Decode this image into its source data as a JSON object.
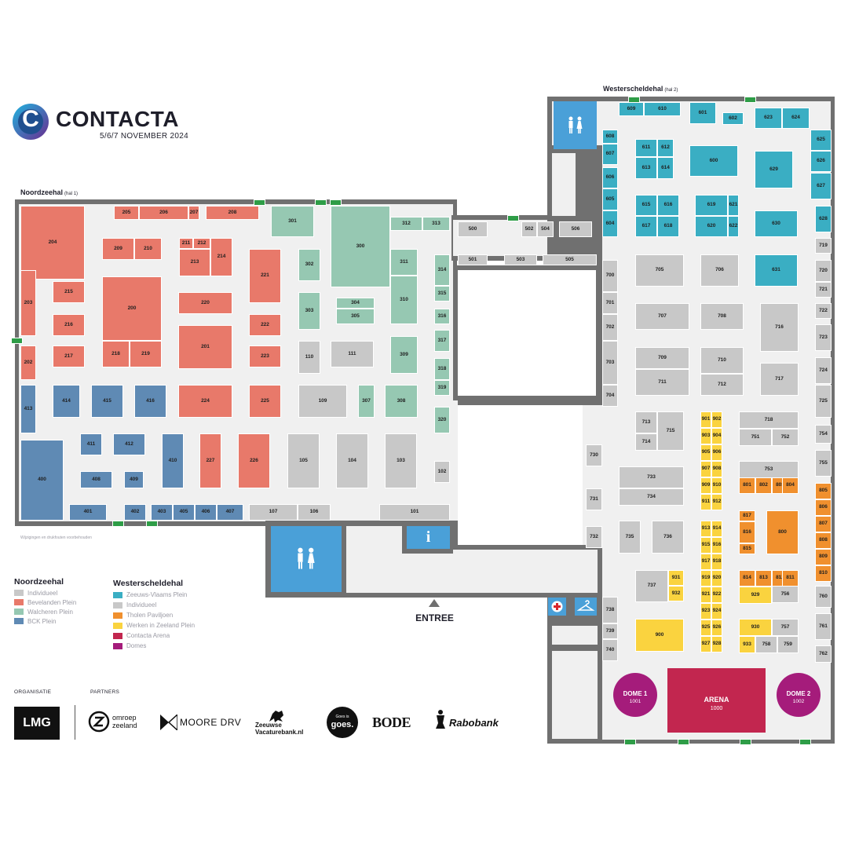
{
  "header": {
    "logo_letter": "C",
    "brand": "CONTACTA",
    "dates": "5/6/7 NOVEMBER 2024"
  },
  "halls": {
    "noordzee": {
      "name": "Noordzeehal",
      "sub": "(hal 1)"
    },
    "westerschelde": {
      "name": "Westerscheldehal",
      "sub": "(hal 2)"
    }
  },
  "colors": {
    "individueel": "#c8c8c8",
    "bevelanden": "#e8796a",
    "walcheren": "#96c8b2",
    "bck": "#5f8ab4",
    "zeeuws_vlaams": "#3aaec3",
    "tholen": "#f0902e",
    "werken": "#fad33f",
    "arena": "#c2264f",
    "domes": "#a51c7b",
    "facility": "#4aa0d8",
    "wall": "#707070",
    "floor": "#f0f0f0"
  },
  "booths_text": "204,26,262,82,94,bevelanden|203,26,344,20,84,bevelanden|202,26,440,20,44,bevelanden|205,145,262,32,18,bevelanden|206,177,262,63,18,bevelanden|207,240,262,14,18,bevelanden|208,262,262,68,18,bevelanden|209,130,303,41,28,bevelanden|210,171,303,35,28,bevelanden|211,228,303,18,14,bevelanden|212,246,303,22,14,bevelanden|213,228,317,40,35,bevelanden|214,268,303,28,49,bevelanden|215,67,358,41,28,bevelanden|216,67,400,41,28,bevelanden|217,67,440,41,28,bevelanden|200,130,352,76,82,bevelanden|218,130,434,35,34,bevelanden|219,165,434,41,34,bevelanden|220,227,372,69,28,bevelanden|201,227,414,69,56,bevelanden|221,317,317,41,69,bevelanden|222,317,400,41,28,bevelanden|223,317,440,41,28,bevelanden|224,227,490,69,42,bevelanden|225,317,490,41,42,bevelanden|227,254,552,28,70,bevelanden|226,303,552,41,70,bevelanden|413,26,490,20,62,bck|414,67,490,35,42,bck|415,116,490,41,42,bck|416,171,490,41,42,bck|411,102,552,28,28,bck|412,144,552,41,28,bck|410,206,552,28,70,bck|408,102,600,41,22,bck|409,158,600,25,22,bck|400,26,560,55,103,bck|401,88,642,48,21,bck|402,158,642,28,21,bck|403,192,642,28,21,bck|405,220,642,28,21,bck|406,248,642,28,21,bck|407,276,642,34,21,bck|301,345,262,55,40,walcheren|312,497,276,41,18,walcheren|313,538,276,35,18,walcheren|300,421,262,76,104,walcheren|302,380,317,28,41,walcheren|311,497,317,35,34,walcheren|310,497,351,35,62,walcheren|303,380,372,28,48,walcheren|304,428,379,49,14,walcheren|305,428,393,49,20,walcheren|309,497,428,35,48,walcheren|307,456,490,21,42,walcheren|308,490,490,42,42,walcheren|314,553,324,20,40,walcheren|315,553,364,20,20,walcheren|316,553,393,20,20,walcheren|317,553,420,20,28,walcheren|318,553,456,20,28,walcheren|319,553,484,20,20,walcheren|320,553,518,20,34,walcheren|110,380,434,28,42,individueel|111,421,434,55,34,individueel|109,380,490,62,42,individueel|105,366,552,41,70,individueel|104,428,552,41,70,individueel|103,490,552,41,70,individueel|102,553,587,20,28,individueel|107,317,642,62,21,individueel|106,379,642,42,21,individueel|101,483,642,90,21,individueel|500,583,282,38,20,individueel|502,664,282,20,20,individueel|504,684,282,21,20,individueel|506,712,282,42,20,individueel|501,583,324,38,14,individueel|503,642,324,42,14,individueel|505,691,324,69,14,individueel|609,788,130,32,18,zeeuws_vlaams|610,820,130,47,18,zeeuws_vlaams|601,878,130,34,28,zeeuws_vlaams|602,920,143,27,16,zeeuws_vlaams|623,961,137,35,27,zeeuws_vlaams|624,996,137,35,27,zeeuws_vlaams|625,1032,165,27,27,zeeuws_vlaams|626,1032,192,27,27,zeeuws_vlaams|627,1032,220,27,34,zeeuws_vlaams|608,767,165,20,18,zeeuws_vlaams|607,767,183,20,27,zeeuws_vlaams|606,767,213,20,27,zeeuws_vlaams|605,767,240,20,28,zeeuws_vlaams|604,767,268,20,34,zeeuws_vlaams|611,809,177,28,23,zeeuws_vlaams|612,837,177,21,23,zeeuws_vlaams|613,809,200,28,28,zeeuws_vlaams|614,837,200,21,28,zeeuws_vlaams|600,878,185,62,40,zeeuws_vlaams|629,961,192,49,48,zeeuws_vlaams|615,809,248,28,27,zeeuws_vlaams|616,837,248,28,27,zeeuws_vlaams|617,809,275,28,27,zeeuws_vlaams|618,837,275,28,27,zeeuws_vlaams|619,885,248,42,27,zeeuws_vlaams|621,927,248,14,27,zeeuws_vlaams|620,885,275,42,27,zeeuws_vlaams|622,927,275,14,27,zeeuws_vlaams|630,961,268,55,34,zeeuws_vlaams|628,1038,262,21,34,zeeuws_vlaams|631,961,324,55,41,zeeuws_vlaams|719,1038,303,21,20,individueel|720,1038,331,21,28,individueel|721,1038,359,21,20,individueel|700,767,331,20,41,individueel|701,767,372,20,28,individueel|702,767,400,20,34,individueel|703,767,434,20,56,individueel|704,767,490,20,28,individueel|705,809,324,62,41,individueel|706,892,324,49,41,individueel|707,809,386,69,34,individueel|708,892,386,55,34,individueel|716,968,386,49,62,individueel|722,1038,386,21,20,individueel|723,1038,413,21,34,individueel|709,809,442,69,28,individueel|711,809,470,69,34,individueel|710,892,442,55,34,individueel|712,892,476,55,28,individueel|717,968,462,49,42,individueel|724,1038,455,21,34,individueel|725,1038,490,21,42,individueel|713,809,524,28,28,individueel|714,809,552,28,22,individueel|715,837,524,34,50,individueel|718,941,524,76,22,individueel|751,941,546,42,22,individueel|752,983,546,34,22,individueel|754,1038,541,21,24,individueel|755,1038,573,21,34,individueel|753,941,587,76,22,individueel|733,788,594,83,28,individueel|734,788,622,83,22,individueel|730,746,566,21,28,individueel|731,746,622,21,28,individueel|732,746,670,21,28,individueel|735,788,663,28,42,individueel|736,830,663,41,42,individueel|737,809,726,42,41,individueel|756,983,746,34,22,individueel|760,1038,746,21,28,individueel|738,767,760,20,34,individueel|739,767,794,20,20,individueel|740,767,814,20,28,individueel|757,983,788,34,22,individueel|758,962,810,28,22,individueel|759,990,810,27,22,individueel|761,1038,781,21,34,individueel|762,1038,822,21,22,individueel|805,1038,615,21,21,tholen|806,1038,636,21,21,tholen|807,1038,657,21,21,tholen|808,1038,678,21,21,tholen|809,1038,699,21,21,tholen|810,1038,720,21,21,tholen|801,941,608,21,21,tholen|802,962,608,21,21,tholen|803,983,608,21,21,tholen|804,996,608,21,21,tholen|817,941,650,21,14,tholen|816,941,664,21,28,tholen|815,941,692,21,14,tholen|800,976,650,41,56,tholen|814,941,726,21,21,tholen|813,962,726,21,21,tholen|812,983,726,21,21,tholen|811,996,726,21,21,tholen|931,851,726,20,20,werken|932,851,746,20,20,werken|929,941,747,42,22,werken|930,941,788,42,22,werken|933,941,810,21,22,werken|900,809,788,62,42,werken|901,892,524,14,21,werken|902,906,524,14,21,werken|903,892,545,14,21,werken|904,906,545,14,21,werken|905,892,566,14,21,werken|906,906,566,14,21,werken|907,892,587,14,21,werken|908,906,587,14,21,werken|909,892,608,14,21,werken|910,906,608,14,21,werken|911,892,629,14,21,werken|912,906,629,14,21,werken|913,892,663,14,21,werken|914,906,663,14,21,werken|915,892,684,14,21,werken|916,906,684,14,21,werken|917,892,705,14,21,werken|918,906,705,14,21,werken|919,892,726,14,21,werken|920,906,726,14,21,werken|921,892,747,14,21,werken|922,906,747,14,21,werken|923,892,768,14,21,werken|924,906,768,14,21,werken|925,892,789,14,21,werken|926,906,789,14,21,werken|927,892,810,14,21,werken|928,906,810,14,21,werken",
  "arena": {
    "label": "ARENA",
    "number": "1000"
  },
  "dome1": {
    "label": "DOME 1",
    "number": "1001"
  },
  "dome2": {
    "label": "DOME 2",
    "number": "1002"
  },
  "entrance": "ENTREE",
  "info_label": "i",
  "disclaimer": "Wijzigingen en drukfouten voorbehouden",
  "legend": {
    "noordzee_title": "Noordzeehal",
    "noordzee_items": [
      "Individueel",
      "Bevelanden Plein",
      "Walcheren Plein",
      "BCK Plein"
    ],
    "westerschelde_title": "Westerscheldehal",
    "westerschelde_items": [
      "Zeeuws-Vlaams Plein",
      "Individueel",
      "Tholen Paviljoen",
      "Werken in Zeeland Plein",
      "Contacta Arena",
      "Domes"
    ]
  },
  "footer": {
    "organisatie": "ORGANISATIE",
    "partners": "PARTNERS",
    "lmg": "LMG",
    "omroep1": "omroep",
    "omroep2": "zeeland",
    "moore": "MOORE DRV",
    "zeeuwse1": "Zeeuwse",
    "zeeuwse2": "Vacaturebank.nl",
    "goes1": "Goes is",
    "goes2": "goes.",
    "bode": "BODE",
    "rabobank": "Rabobank"
  }
}
